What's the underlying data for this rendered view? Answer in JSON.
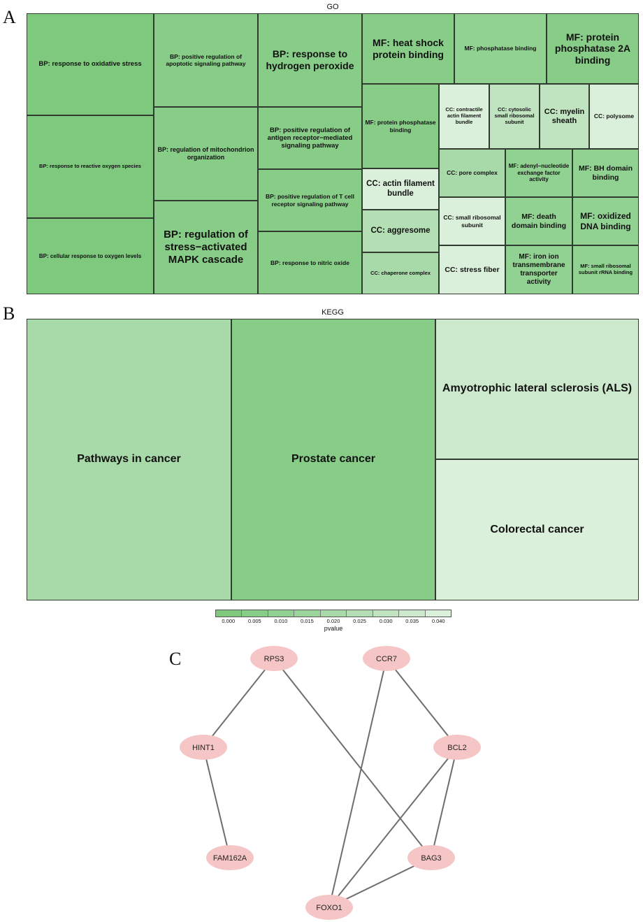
{
  "panels": {
    "a": "A",
    "b": "B",
    "c": "C"
  },
  "go": {
    "title": "GO",
    "chart_data": {
      "type": "treemap",
      "title": "GO",
      "color_scale": "pvalue (green = 0.000, lightest = 0.040)",
      "cells": [
        {
          "label": "BP: response to oxidative stress",
          "pvalue": 0.002
        },
        {
          "label": "BP: response to reactive oxygen species",
          "pvalue": 0.002
        },
        {
          "label": "BP: cellular response to oxygen levels",
          "pvalue": 0.002
        },
        {
          "label": "BP: positive regulation of apoptotic signaling pathway",
          "pvalue": 0.004
        },
        {
          "label": "BP: regulation of mitochondrion organization",
          "pvalue": 0.004
        },
        {
          "label": "BP: regulation of stress−activated MAPK cascade",
          "pvalue": 0.004
        },
        {
          "label": "BP: response to hydrogen peroxide",
          "pvalue": 0.005
        },
        {
          "label": "BP: positive regulation of antigen receptor−mediated signaling pathway",
          "pvalue": 0.005
        },
        {
          "label": "BP: positive regulation of T cell receptor signaling pathway",
          "pvalue": 0.005
        },
        {
          "label": "BP: response to nitric oxide",
          "pvalue": 0.005
        },
        {
          "label": "MF: heat shock protein binding",
          "pvalue": 0.004
        },
        {
          "label": "MF: phosphatase binding",
          "pvalue": 0.012
        },
        {
          "label": "MF: protein phosphatase 2A binding",
          "pvalue": 0.005
        },
        {
          "label": "MF: protein phosphatase binding",
          "pvalue": 0.006
        },
        {
          "label": "CC: contractile actin filament bundle",
          "pvalue": 0.038
        },
        {
          "label": "CC: cytosolic small ribosomal subunit",
          "pvalue": 0.028
        },
        {
          "label": "CC: myelin sheath",
          "pvalue": 0.028
        },
        {
          "label": "CC: polysome",
          "pvalue": 0.038
        },
        {
          "label": "CC: actin filament bundle",
          "pvalue": 0.04
        },
        {
          "label": "CC: aggresome",
          "pvalue": 0.025
        },
        {
          "label": "CC: chaperone complex",
          "pvalue": 0.022
        },
        {
          "label": "CC: pore complex",
          "pvalue": 0.02
        },
        {
          "label": "MF: adenyl−nucleotide exchange factor activity",
          "pvalue": 0.01
        },
        {
          "label": "MF: BH domain binding",
          "pvalue": 0.01
        },
        {
          "label": "CC: small ribosomal subunit",
          "pvalue": 0.038
        },
        {
          "label": "MF: death domain binding",
          "pvalue": 0.01
        },
        {
          "label": "MF: oxidized DNA binding",
          "pvalue": 0.01
        },
        {
          "label": "CC: stress fiber",
          "pvalue": 0.038
        },
        {
          "label": "MF: iron ion transmembrane transporter activity",
          "pvalue": 0.01
        },
        {
          "label": "MF: small ribosomal subunit rRNA binding",
          "pvalue": 0.01
        }
      ]
    }
  },
  "kegg": {
    "title": "KEGG",
    "chart_data": {
      "type": "treemap",
      "title": "KEGG",
      "cells": [
        {
          "label": "Pathways in cancer",
          "pvalue": 0.022
        },
        {
          "label": "Prostate cancer",
          "pvalue": 0.005
        },
        {
          "label": "Amyotrophic lateral sclerosis (ALS)",
          "pvalue": 0.035
        },
        {
          "label": "Colorectal cancer",
          "pvalue": 0.038
        }
      ]
    }
  },
  "legend": {
    "title": "pvalue",
    "ticks": [
      "0.000",
      "0.005",
      "0.010",
      "0.015",
      "0.020",
      "0.025",
      "0.030",
      "0.035",
      "0.040"
    ],
    "colors": [
      "#7ec97e",
      "#87cd87",
      "#91d191",
      "#9cd59c",
      "#a8d9a8",
      "#b4deb4",
      "#c0e3c0",
      "#cde9cd",
      "#dbf0db"
    ]
  },
  "network": {
    "node_color": "#f6c6c6",
    "edge_color": "#6e6e6e",
    "nodes": [
      "RPS3",
      "CCR7",
      "HINT1",
      "BCL2",
      "FAM162A",
      "BAG3",
      "FOXO1"
    ],
    "edges": [
      [
        "RPS3",
        "HINT1"
      ],
      [
        "RPS3",
        "BAG3"
      ],
      [
        "HINT1",
        "FAM162A"
      ],
      [
        "CCR7",
        "BCL2"
      ],
      [
        "CCR7",
        "FOXO1"
      ],
      [
        "BCL2",
        "BAG3"
      ],
      [
        "BCL2",
        "FOXO1"
      ],
      [
        "BAG3",
        "FOXO1"
      ]
    ]
  }
}
